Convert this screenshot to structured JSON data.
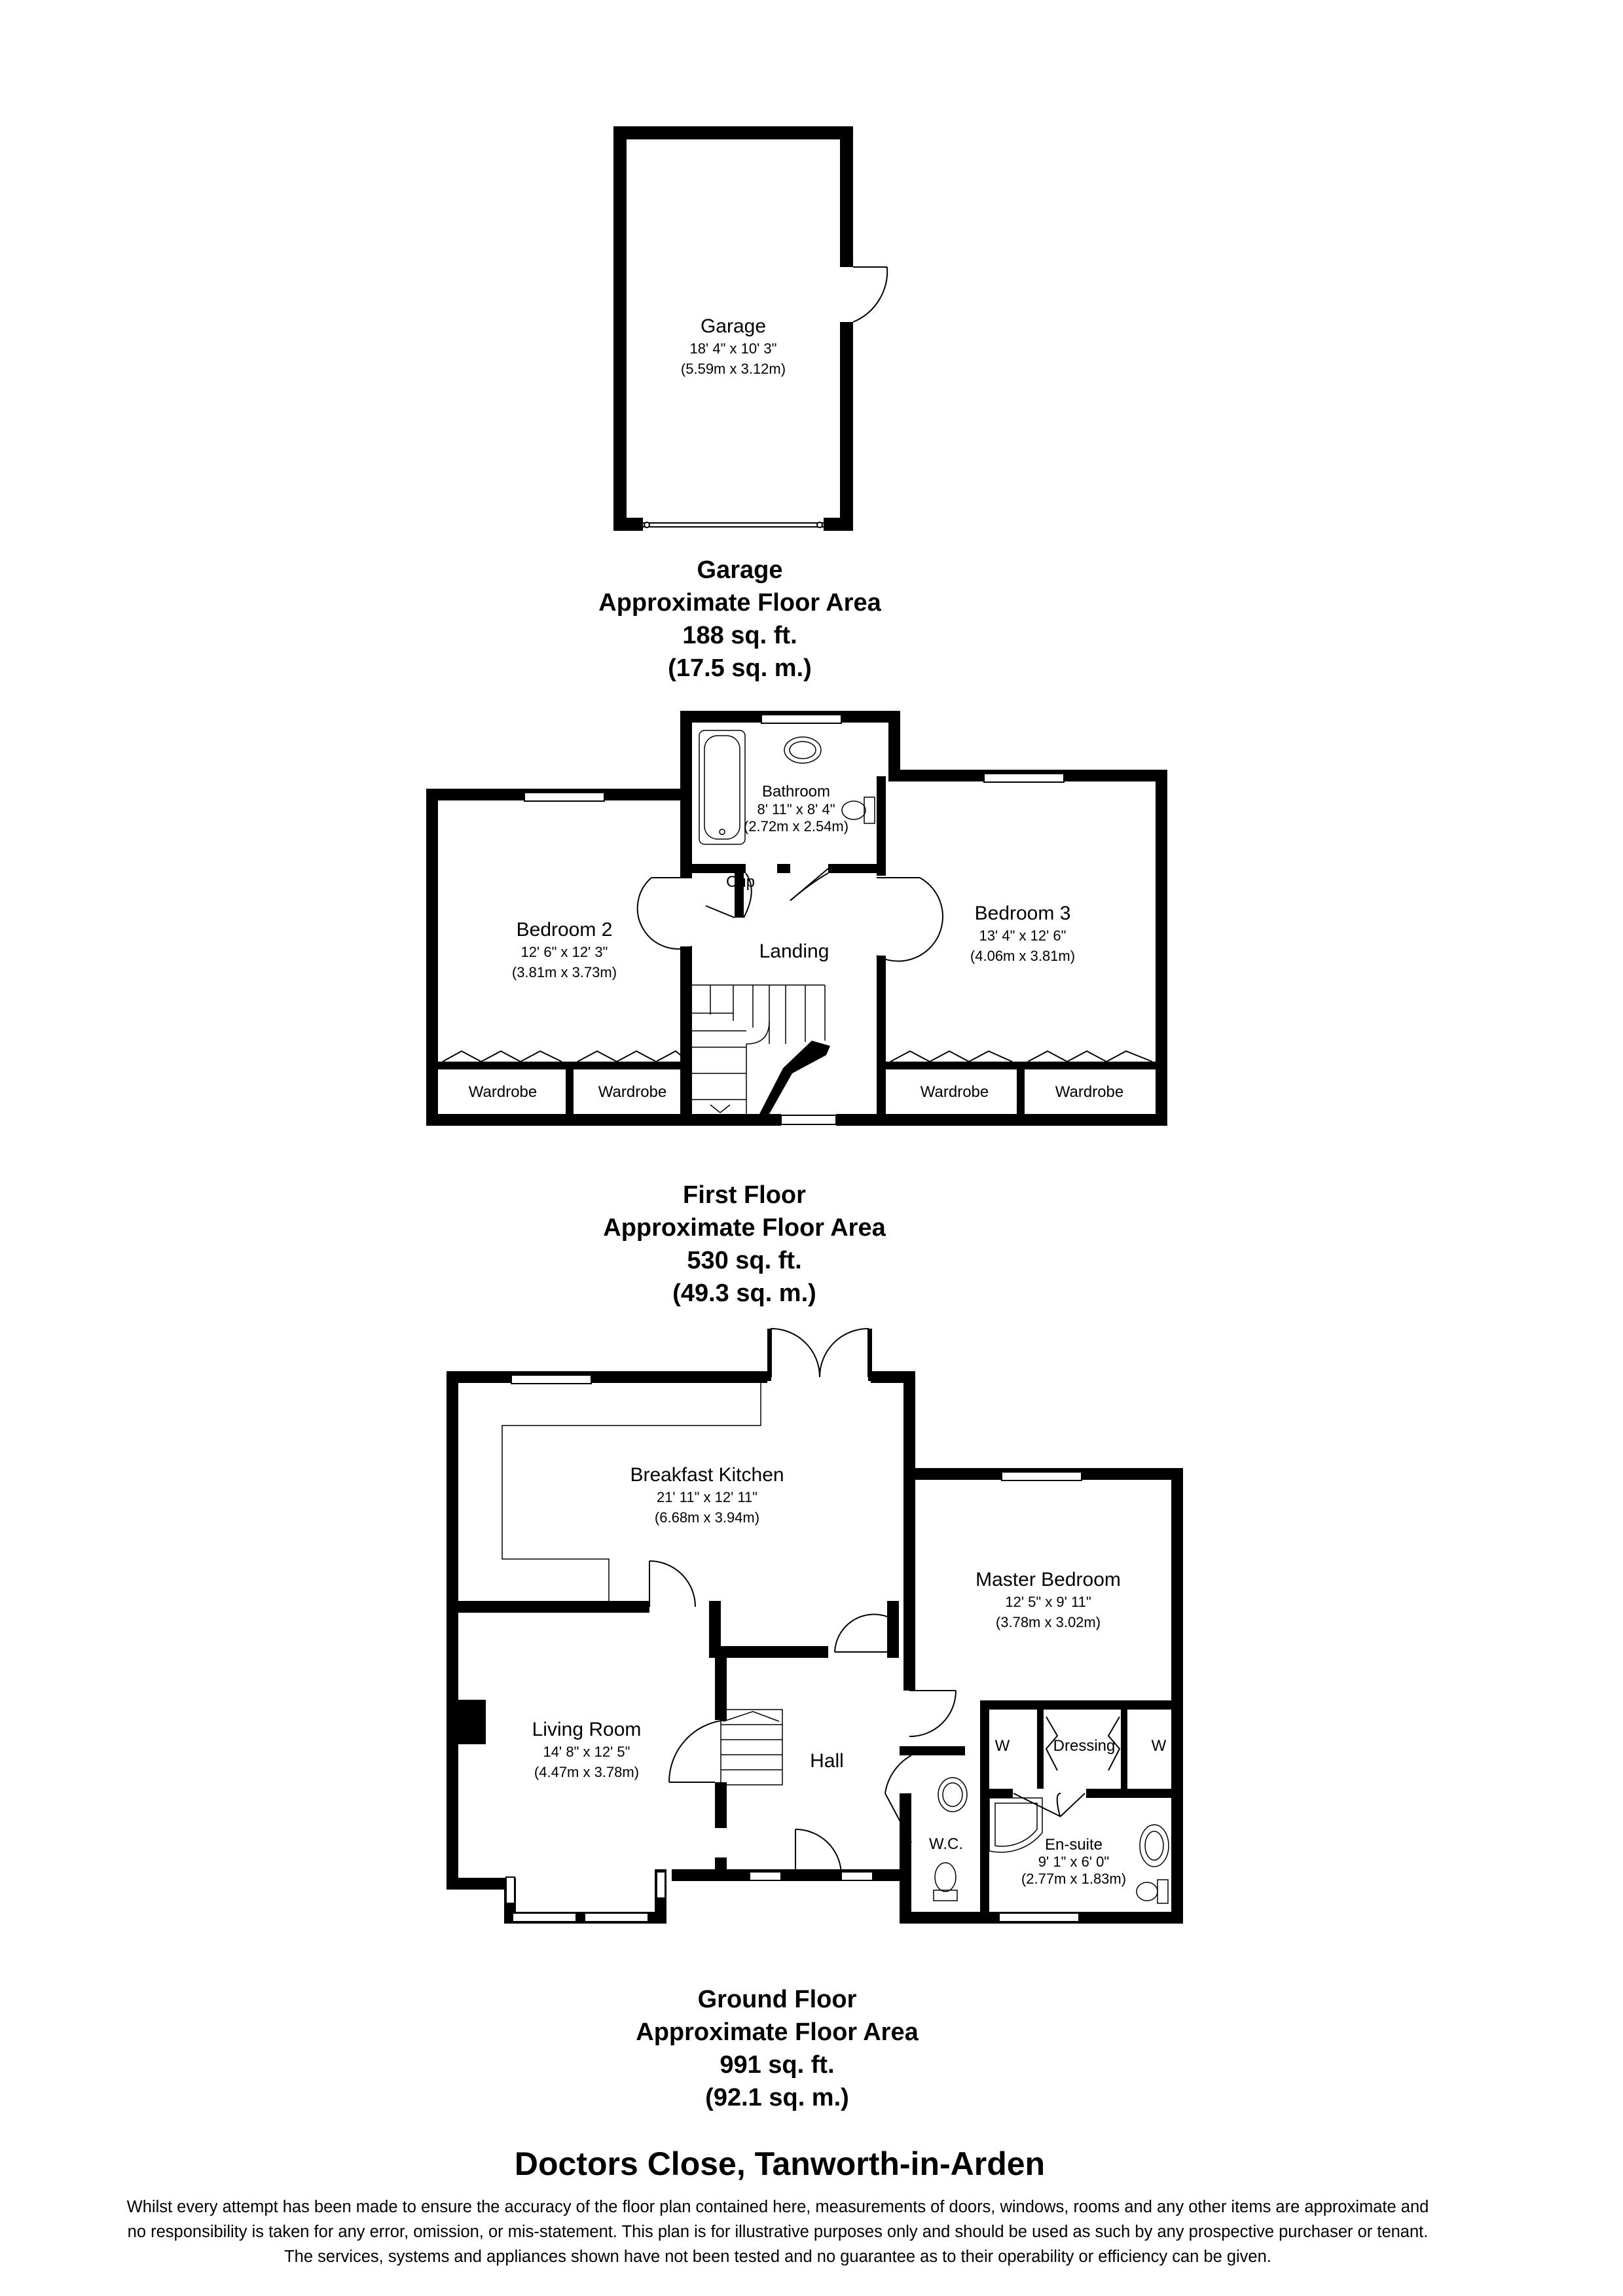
{
  "property_title": "Doctors Close, Tanworth-in-Arden",
  "disclaimer": [
    "Whilst every attempt has been made to ensure the accuracy of the floor plan contained here, measurements of doors, windows, rooms and any other items are approximate and",
    "no responsibility is taken for any error, omission, or mis-statement. This plan is for illustrative purposes only and should be used as such by any prospective purchaser or tenant.",
    "The services, systems and appliances shown have not been tested and no guarantee as to their operability or efficiency can be given."
  ],
  "floors": {
    "garage": {
      "name": "Garage",
      "area_label": "Approximate Floor Area",
      "area_sqft": "188 sq. ft.",
      "area_sqm": "(17.5 sq. m.)",
      "rooms": {
        "garage": {
          "name": "Garage",
          "imperial": "18' 4\" x 10' 3\"",
          "metric": "(5.59m x 3.12m)"
        }
      }
    },
    "first": {
      "name": "First Floor",
      "area_label": "Approximate Floor Area",
      "area_sqft": "530 sq. ft.",
      "area_sqm": "(49.3 sq. m.)",
      "rooms": {
        "bathroom": {
          "name": "Bathroom",
          "imperial": "8' 11\" x 8' 4\"",
          "metric": "(2.72m x 2.54m)"
        },
        "bedroom2": {
          "name": "Bedroom 2",
          "imperial": "12' 6\" x 12' 3\"",
          "metric": "(3.81m x 3.73m)"
        },
        "bedroom3": {
          "name": "Bedroom 3",
          "imperial": "13' 4\" x 12' 6\"",
          "metric": "(4.06m x 3.81m)"
        },
        "landing": {
          "name": "Landing"
        },
        "cupboard": {
          "name": "Cup"
        },
        "wardrobe": {
          "name": "Wardrobe"
        }
      }
    },
    "ground": {
      "name": "Ground Floor",
      "area_label": "Approximate Floor Area",
      "area_sqft": "991 sq. ft.",
      "area_sqm": "(92.1 sq. m.)",
      "rooms": {
        "kitchen": {
          "name": "Breakfast Kitchen",
          "imperial": "21' 11\" x 12' 11\"",
          "metric": "(6.68m x 3.94m)"
        },
        "master": {
          "name": "Master Bedroom",
          "imperial": "12' 5\" x 9' 11\"",
          "metric": "(3.78m x 3.02m)"
        },
        "living": {
          "name": "Living Room",
          "imperial": "14' 8\" x 12' 5\"",
          "metric": "(4.47m x 3.78m)"
        },
        "hall": {
          "name": "Hall"
        },
        "dressing": {
          "name": "Dressing"
        },
        "wardrobe_w": {
          "name": "W"
        },
        "wc": {
          "name": "W.C."
        },
        "ensuite": {
          "name": "En-suite",
          "imperial": "9' 1\" x 6' 0\"",
          "metric": "(2.77m x 1.83m)"
        }
      }
    }
  }
}
